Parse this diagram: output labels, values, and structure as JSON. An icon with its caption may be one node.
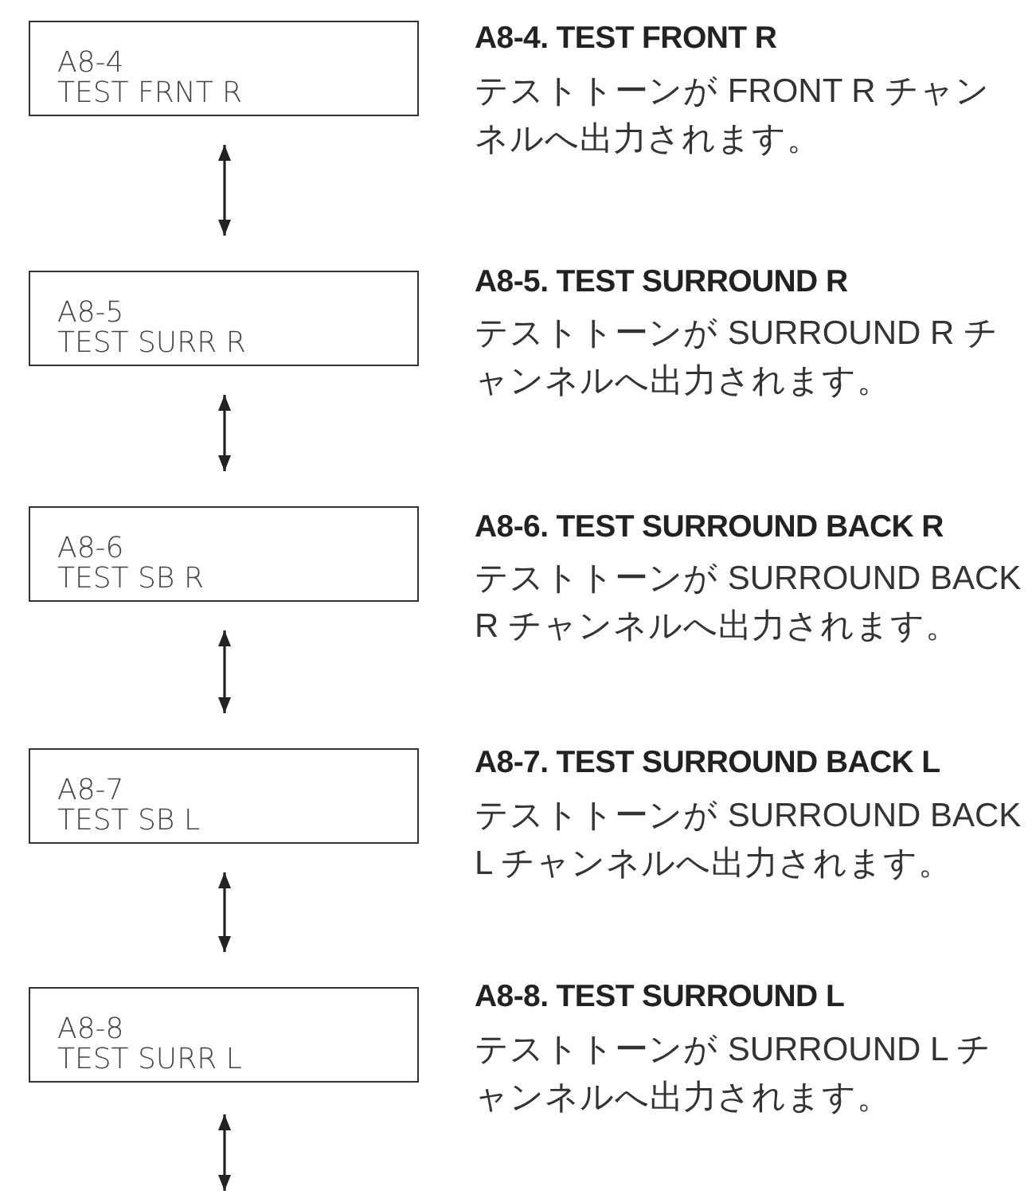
{
  "diagram": {
    "nodes": [
      {
        "text": [
          "A8-4",
          "TEST FRNT R"
        ]
      },
      {
        "text": [
          "A8-5",
          "TEST SURR R"
        ]
      },
      {
        "text": [
          "A8-6",
          "TEST SB R"
        ]
      },
      {
        "text": [
          "A8-7",
          "TEST SB L"
        ]
      },
      {
        "text": [
          "A8-8",
          "TEST SURR L"
        ]
      }
    ],
    "edges": [
      {
        "from": 0,
        "to": 1,
        "arrow": "both"
      },
      {
        "from": 1,
        "to": 2,
        "arrow": "both"
      },
      {
        "from": 2,
        "to": 3,
        "arrow": "both"
      },
      {
        "from": 3,
        "to": 4,
        "arrow": "both"
      },
      {
        "from": 4,
        "to": null,
        "arrow": "both"
      }
    ],
    "labels": [
      "A8-4. TEST FRONT R",
      "テストトーンが FRONT R チャンネルへ出力されます。",
      "A8-5. TEST SURROUND R",
      "テストトーンが SURROUND R チャンネルへ出力されます。",
      "A8-6. TEST SURROUND BACK R",
      "テストトーンが SURROUND BACK R チャンネルへ出力されます。",
      "A8-7. TEST SURROUND BACK L",
      "テストトーンが SURROUND BACK L チャンネルへ出力されます。",
      "A8-8. TEST SURROUND L",
      "テストトーンが SURROUND L チャンネルへ出力されます。"
    ]
  }
}
